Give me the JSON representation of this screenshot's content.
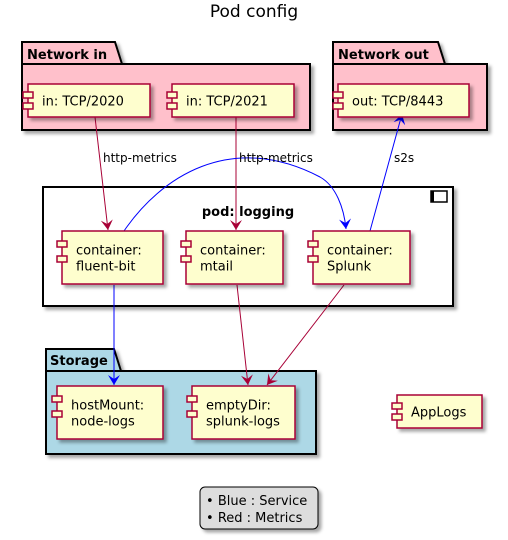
{
  "title": "Pod config",
  "colors": {
    "network_fill": "#FFC0CB",
    "storage_fill": "#ADD8E6",
    "component_fill": "#FEFECE",
    "component_border": "#A80036",
    "service_edge": "#0000FF",
    "metrics_edge": "#A80036",
    "legend_fill": "#DDDDDD"
  },
  "packages": {
    "network_in": "Network in",
    "network_out": "Network out",
    "pod": "pod: logging",
    "storage": "Storage"
  },
  "components": {
    "in_2020": [
      "in: TCP/2020"
    ],
    "in_2021": [
      "in: TCP/2021"
    ],
    "out_8443": [
      "out: TCP/8443"
    ],
    "fluent_bit": [
      "container:",
      "fluent-bit"
    ],
    "mtail": [
      "container:",
      "mtail"
    ],
    "splunk": [
      "container:",
      "Splunk"
    ],
    "host_mount": [
      "hostMount:",
      "node-logs"
    ],
    "empty_dir": [
      "emptyDir:",
      "splunk-logs"
    ],
    "app_logs": [
      "AppLogs"
    ]
  },
  "edges": {
    "in2020_to_fluent": "http-metrics",
    "in2021_to_mtail": "http-metrics",
    "splunk_to_out": "s2s",
    "fluent_to_splunk": "",
    "fluent_to_hostmount": "",
    "mtail_to_emptydir": "",
    "splunk_to_emptydir": ""
  },
  "legend": {
    "items": [
      "Blue : Service",
      "Red : Metrics"
    ]
  }
}
